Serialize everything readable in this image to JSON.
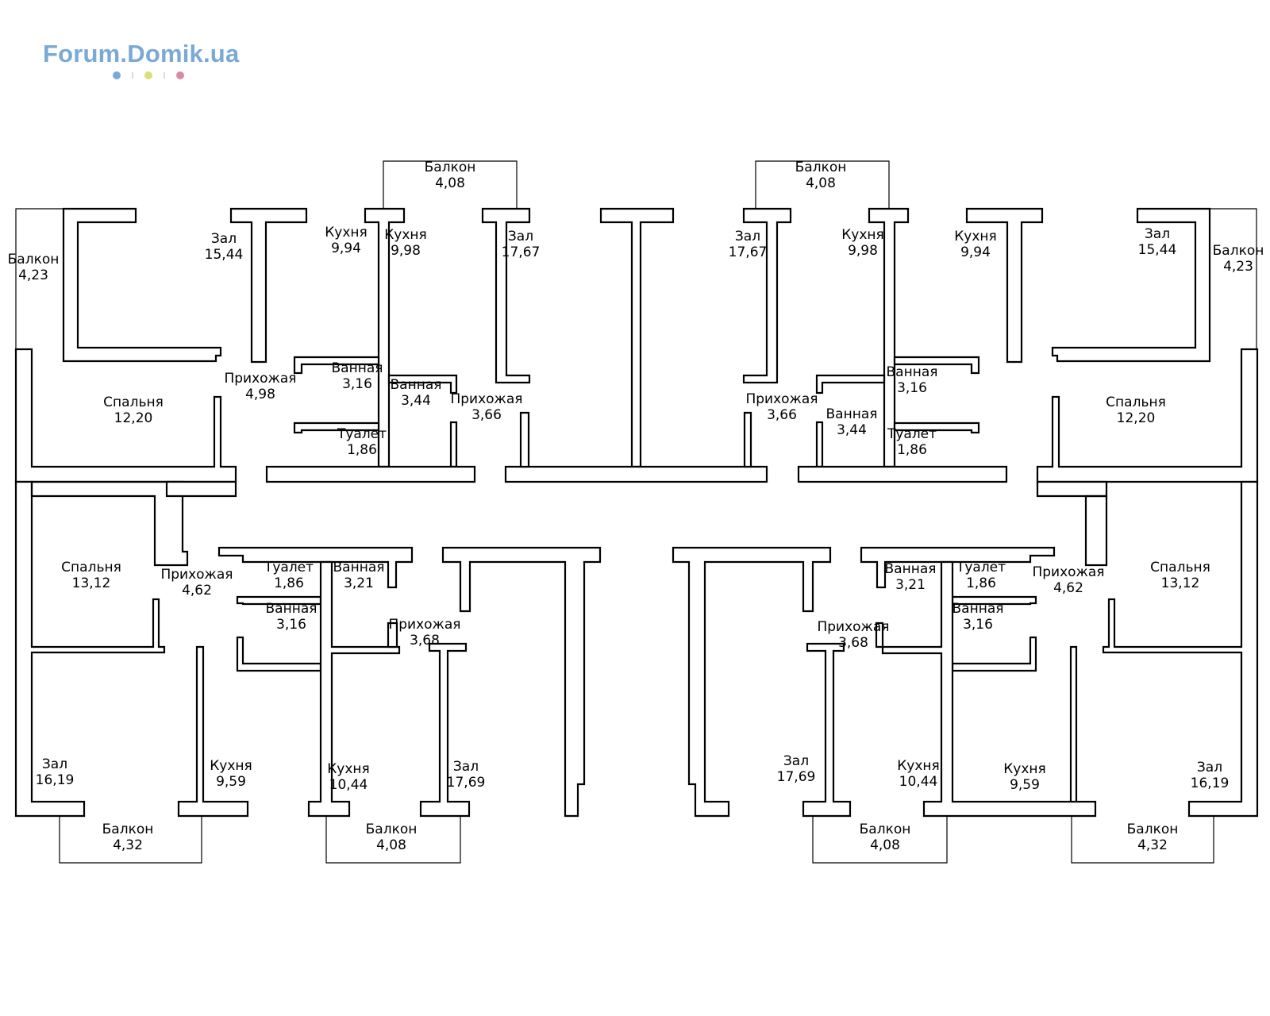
{
  "logo": {
    "text": "Forum.Domik.ua",
    "dot_colors": [
      "#7aa9d6",
      "#d9df7a",
      "#d98aa9"
    ]
  },
  "rooms": [
    {
      "name": "Балкон",
      "area": "4,08"
    },
    {
      "name": "Балкон",
      "area": "4,08"
    },
    {
      "name": "Зал",
      "area": "15,44"
    },
    {
      "name": "Балкон",
      "area": "4,23"
    },
    {
      "name": "Кухня",
      "area": "9,94"
    },
    {
      "name": "Кухня",
      "area": "9,98"
    },
    {
      "name": "Зал",
      "area": "17,67"
    },
    {
      "name": "Зал",
      "area": "17,67"
    },
    {
      "name": "Кухня",
      "area": "9,98"
    },
    {
      "name": "Кухня",
      "area": "9,94"
    },
    {
      "name": "Зал",
      "area": "15,44"
    },
    {
      "name": "Балкон",
      "area": "4,23"
    },
    {
      "name": "Прихожая",
      "area": "4,98"
    },
    {
      "name": "Ванная",
      "area": "3,16"
    },
    {
      "name": "Ванная",
      "area": "3,44"
    },
    {
      "name": "Прихожая",
      "area": "3,66"
    },
    {
      "name": "Спальня",
      "area": "12,20"
    },
    {
      "name": "Туалет",
      "area": "1,86"
    },
    {
      "name": "Прихожая",
      "area": "3,66"
    },
    {
      "name": "Ванная",
      "area": "3,44"
    },
    {
      "name": "Ванная",
      "area": "3,16"
    },
    {
      "name": "Туалет",
      "area": "1,86"
    },
    {
      "name": "Спальня",
      "area": "12,20"
    },
    {
      "name": "Спальня",
      "area": "13,12"
    },
    {
      "name": "Прихожая",
      "area": "4,62"
    },
    {
      "name": "Туалет",
      "area": "1,86"
    },
    {
      "name": "Ванная",
      "area": "3,21"
    },
    {
      "name": "Ванная",
      "area": "3,16"
    },
    {
      "name": "Прихожая",
      "area": "3,68"
    },
    {
      "name": "Ванная",
      "area": "3,21"
    },
    {
      "name": "Туалет",
      "area": "1,86"
    },
    {
      "name": "Прихожая",
      "area": "4,62"
    },
    {
      "name": "Спальня",
      "area": "13,12"
    },
    {
      "name": "Ванная",
      "area": "3,16"
    },
    {
      "name": "Прихожая",
      "area": "3,68"
    },
    {
      "name": "Зал",
      "area": "16,19"
    },
    {
      "name": "Кухня",
      "area": "9,59"
    },
    {
      "name": "Кухня",
      "area": "10,44"
    },
    {
      "name": "Зал",
      "area": "17,69"
    },
    {
      "name": "Зал",
      "area": "17,69"
    },
    {
      "name": "Кухня",
      "area": "10,44"
    },
    {
      "name": "Кухня",
      "area": "9,59"
    },
    {
      "name": "Зал",
      "area": "16,19"
    },
    {
      "name": "Балкон",
      "area": "4,32"
    },
    {
      "name": "Балкон",
      "area": "4,08"
    },
    {
      "name": "Балкон",
      "area": "4,08"
    },
    {
      "name": "Балкон",
      "area": "4,32"
    }
  ]
}
